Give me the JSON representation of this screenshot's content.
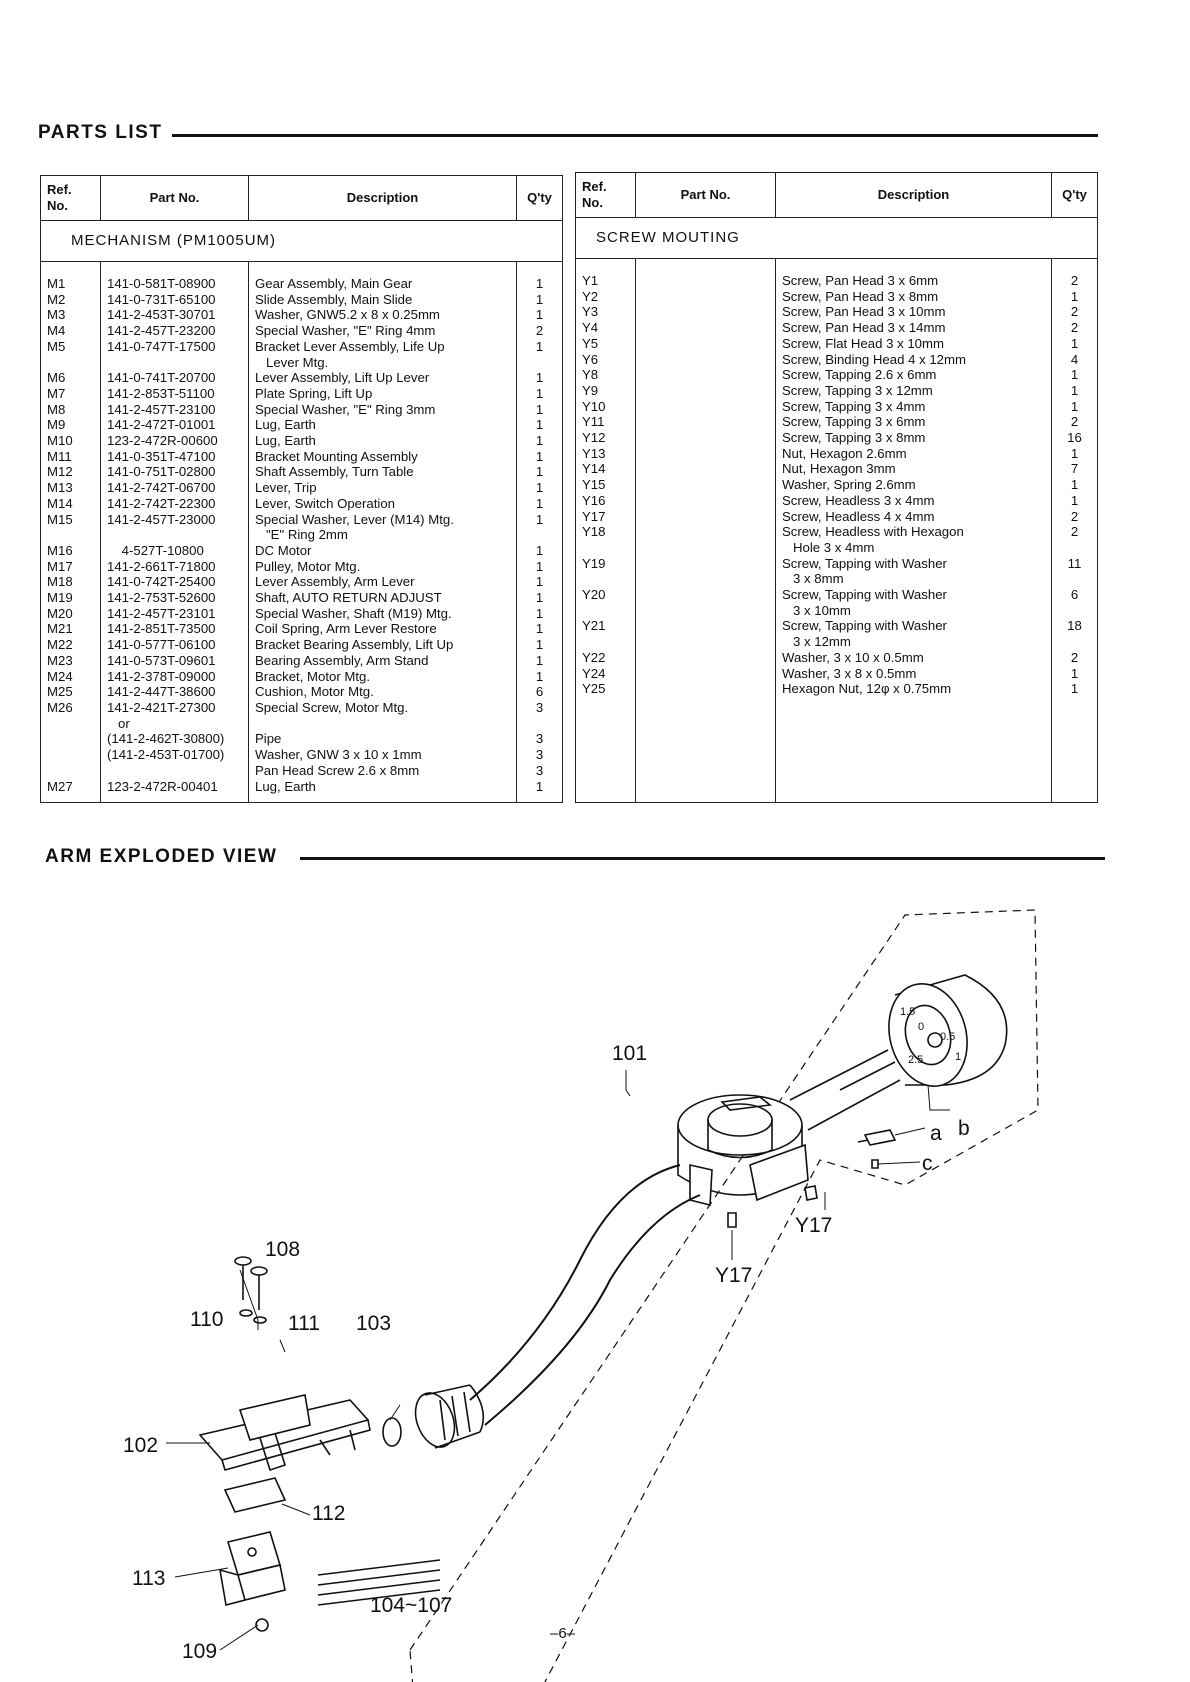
{
  "parts_list": {
    "title": "PARTS LIST",
    "headers": {
      "ref": "Ref.\nNo.",
      "part_no": "Part No.",
      "description": "Description",
      "qty": "Q'ty"
    },
    "left": {
      "group": "MECHANISM (PM1005UM)",
      "rows": [
        {
          "ref": "M1",
          "part": "141-0-581T-08900",
          "desc": "Gear Assembly, Main Gear",
          "qty": "1"
        },
        {
          "ref": "M2",
          "part": "141-0-731T-65100",
          "desc": "Slide Assembly, Main Slide",
          "qty": "1"
        },
        {
          "ref": "M3",
          "part": "141-2-453T-30701",
          "desc": "Washer, GNW5.2 x 8 x 0.25mm",
          "qty": "1"
        },
        {
          "ref": "M4",
          "part": "141-2-457T-23200",
          "desc": "Special Washer, \"E\" Ring 4mm",
          "qty": "2"
        },
        {
          "ref": "M5",
          "part": "141-0-747T-17500",
          "desc": "Bracket Lever Assembly, Life Up\n   Lever Mtg.",
          "qty": "1"
        },
        {
          "ref": "M6",
          "part": "141-0-741T-20700",
          "desc": "Lever Assembly, Lift Up Lever",
          "qty": "1"
        },
        {
          "ref": "M7",
          "part": "141-2-853T-51100",
          "desc": "Plate Spring, Lift Up",
          "qty": "1"
        },
        {
          "ref": "M8",
          "part": "141-2-457T-23100",
          "desc": "Special Washer, \"E\" Ring 3mm",
          "qty": "1"
        },
        {
          "ref": "M9",
          "part": "141-2-472T-01001",
          "desc": "Lug, Earth",
          "qty": "1"
        },
        {
          "ref": "M10",
          "part": "123-2-472R-00600",
          "desc": "Lug, Earth",
          "qty": "1"
        },
        {
          "ref": "M11",
          "part": "141-0-351T-47100",
          "desc": "Bracket Mounting Assembly",
          "qty": "1"
        },
        {
          "ref": "M12",
          "part": "141-0-751T-02800",
          "desc": "Shaft Assembly, Turn Table",
          "qty": "1"
        },
        {
          "ref": "M13",
          "part": "141-2-742T-06700",
          "desc": "Lever, Trip",
          "qty": "1"
        },
        {
          "ref": "M14",
          "part": "141-2-742T-22300",
          "desc": "Lever, Switch Operation",
          "qty": "1"
        },
        {
          "ref": "M15",
          "part": "141-2-457T-23000",
          "desc": "Special Washer, Lever (M14) Mtg.\n   \"E\" Ring 2mm",
          "qty": "1"
        },
        {
          "ref": "M16",
          "part": "    4-527T-10800",
          "desc": "DC Motor",
          "qty": "1"
        },
        {
          "ref": "M17",
          "part": "141-2-661T-71800",
          "desc": "Pulley, Motor Mtg.",
          "qty": "1"
        },
        {
          "ref": "M18",
          "part": "141-0-742T-25400",
          "desc": "Lever Assembly, Arm Lever",
          "qty": "1"
        },
        {
          "ref": "M19",
          "part": "141-2-753T-52600",
          "desc": "Shaft, AUTO RETURN ADJUST",
          "qty": "1"
        },
        {
          "ref": "M20",
          "part": "141-2-457T-23101",
          "desc": "Special Washer, Shaft (M19) Mtg.",
          "qty": "1"
        },
        {
          "ref": "M21",
          "part": "141-2-851T-73500",
          "desc": "Coil Spring, Arm Lever Restore",
          "qty": "1"
        },
        {
          "ref": "M22",
          "part": "141-0-577T-06100",
          "desc": "Bracket Bearing Assembly, Lift Up",
          "qty": "1"
        },
        {
          "ref": "M23",
          "part": "141-0-573T-09601",
          "desc": "Bearing Assembly, Arm Stand",
          "qty": "1"
        },
        {
          "ref": "M24",
          "part": "141-2-378T-09000",
          "desc": "Bracket, Motor Mtg.",
          "qty": "1"
        },
        {
          "ref": "M25",
          "part": "141-2-447T-38600",
          "desc": "Cushion, Motor Mtg.",
          "qty": "6"
        },
        {
          "ref": "M26",
          "part": "141-2-421T-27300\n   or",
          "desc": "Special Screw, Motor Mtg.",
          "qty": "3"
        },
        {
          "ref": "",
          "part": "(141-2-462T-30800)\n(141-2-453T-01700)",
          "desc": "Pipe\nWasher, GNW 3 x 10 x 1mm\nPan Head Screw 2.6 x 8mm",
          "qty": "3\n3\n3"
        },
        {
          "ref": "M27",
          "part": "123-2-472R-00401",
          "desc": "Lug, Earth",
          "qty": "1"
        }
      ]
    },
    "right": {
      "group": "SCREW MOUTING",
      "rows": [
        {
          "ref": "Y1",
          "part": "",
          "desc": "Screw, Pan Head 3 x 6mm",
          "qty": "2"
        },
        {
          "ref": "Y2",
          "part": "",
          "desc": "Screw, Pan Head 3 x 8mm",
          "qty": "1"
        },
        {
          "ref": "Y3",
          "part": "",
          "desc": "Screw, Pan Head 3 x 10mm",
          "qty": "2"
        },
        {
          "ref": "Y4",
          "part": "",
          "desc": "Screw, Pan Head 3 x 14mm",
          "qty": "2"
        },
        {
          "ref": "Y5",
          "part": "",
          "desc": "Screw, Flat Head 3 x 10mm",
          "qty": "1"
        },
        {
          "ref": "Y6",
          "part": "",
          "desc": "Screw, Binding Head 4 x 12mm",
          "qty": "4"
        },
        {
          "ref": "Y8",
          "part": "",
          "desc": "Screw, Tapping 2.6 x 6mm",
          "qty": "1"
        },
        {
          "ref": "Y9",
          "part": "",
          "desc": "Screw, Tapping 3 x 12mm",
          "qty": "1"
        },
        {
          "ref": "Y10",
          "part": "",
          "desc": "Screw, Tapping 3 x 4mm",
          "qty": "1"
        },
        {
          "ref": "Y11",
          "part": "",
          "desc": "Screw, Tapping 3 x 6mm",
          "qty": "2"
        },
        {
          "ref": "Y12",
          "part": "",
          "desc": "Screw, Tapping 3 x 8mm",
          "qty": "16"
        },
        {
          "ref": "Y13",
          "part": "",
          "desc": "Nut, Hexagon 2.6mm",
          "qty": "1"
        },
        {
          "ref": "Y14",
          "part": "",
          "desc": "Nut, Hexagon 3mm",
          "qty": "7"
        },
        {
          "ref": "Y15",
          "part": "",
          "desc": "Washer, Spring 2.6mm",
          "qty": "1"
        },
        {
          "ref": "Y16",
          "part": "",
          "desc": "Screw, Headless 3 x 4mm",
          "qty": "1"
        },
        {
          "ref": "Y17",
          "part": "",
          "desc": "Screw, Headless 4 x 4mm",
          "qty": "2"
        },
        {
          "ref": "Y18",
          "part": "",
          "desc": "Screw, Headless with Hexagon\n   Hole 3 x 4mm",
          "qty": "2"
        },
        {
          "ref": "Y19",
          "part": "",
          "desc": "Screw, Tapping with Washer\n   3 x 8mm",
          "qty": "11"
        },
        {
          "ref": "Y20",
          "part": "",
          "desc": "Screw, Tapping with Washer\n   3 x 10mm",
          "qty": "6"
        },
        {
          "ref": "Y21",
          "part": "",
          "desc": "Screw, Tapping with Washer\n   3 x 12mm",
          "qty": "18"
        },
        {
          "ref": "Y22",
          "part": "",
          "desc": "Washer, 3 x 10 x 0.5mm",
          "qty": "2"
        },
        {
          "ref": "Y24",
          "part": "",
          "desc": "Washer, 3 x 8 x 0.5mm",
          "qty": "1"
        },
        {
          "ref": "Y25",
          "part": "",
          "desc": "Hexagon Nut, 12φ x 0.75mm",
          "qty": "1"
        }
      ]
    }
  },
  "exploded_view": {
    "title": "ARM EXPLODED VIEW",
    "callouts": {
      "c101": "101",
      "c102": "102",
      "c103": "103",
      "c104": "104~107",
      "c108": "108",
      "c109": "109",
      "c110": "110",
      "c111": "111",
      "c112": "112",
      "c113": "113",
      "ca": "a",
      "cb": "b",
      "cc": "c",
      "y17a": "Y17",
      "y17b": "Y17",
      "dial1": "1.5",
      "dial2": "0",
      "dial3": "0.5",
      "dial4": "1",
      "dial5": "2.5"
    }
  },
  "page_number": "–6–"
}
